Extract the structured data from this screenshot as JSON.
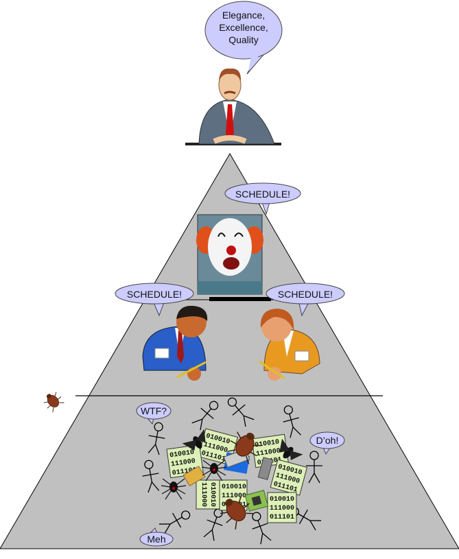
{
  "top": {
    "bubble_lines": [
      "Elegance,",
      "Excellence,",
      "Quality"
    ]
  },
  "middle": {
    "bubble": "SCHEDULE!"
  },
  "managers": {
    "left_bubble": "SCHEDULE!",
    "right_bubble": "SCHEDULE!"
  },
  "bottom": {
    "bubbles": {
      "wtf": "WTF?",
      "doh": "D’oh!",
      "meh": "Meh"
    },
    "binary_lines": [
      "010010",
      "111000",
      "011101"
    ]
  },
  "colors": {
    "pyramid": "#c0c0c0",
    "bubble": "#ccccff",
    "card": "#ddf0b8"
  }
}
